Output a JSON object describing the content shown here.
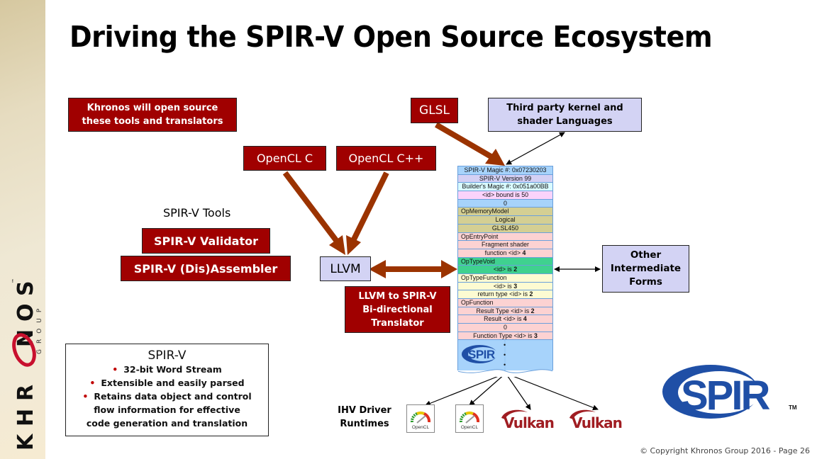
{
  "slide": {
    "title": "Driving the SPIR-V Open Source Ecosystem",
    "footer": "© Copyright Khronos Group 2016 - Page 26",
    "page_number": 26
  },
  "colors": {
    "brand_red": "#a00000",
    "arrow_brown": "#9b3300",
    "lavender": "#d3d3f4",
    "spir_blue": "#1f4fa6",
    "vulkan_red": "#a01d22"
  },
  "sidebar": {
    "logo_letters": [
      "K",
      "H",
      "R",
      "O",
      "N",
      "O",
      "S"
    ],
    "logo_subtitle": "GROUP",
    "logo_trademark": "™"
  },
  "callouts": {
    "open_source_note": [
      "Khronos will open source",
      "these tools and translators"
    ],
    "tools_heading": "SPIR-V Tools",
    "validator": "SPIR-V Validator",
    "disassembler": "SPIR-V (Dis)Assembler",
    "opencl_c": "OpenCL C",
    "opencl_cpp": "OpenCL C++",
    "glsl": "GLSL",
    "third_party": [
      "Third party kernel and",
      "shader Languages"
    ],
    "llvm": "LLVM",
    "translator": [
      "LLVM to SPIR-V",
      "Bi-directional",
      "Translator"
    ],
    "other_forms": [
      "Other",
      "Intermediate",
      "Forms"
    ],
    "ihv": [
      "IHV Driver",
      "Runtimes"
    ]
  },
  "spirv_stack": {
    "rows": [
      {
        "text": "SPIR-V Magic #: 0x07230203",
        "color": "#a7d3fb",
        "align": "center"
      },
      {
        "text": "SPIR-V Version 99",
        "color": "#d4d0f4",
        "align": "center"
      },
      {
        "text": "Builder's Magic #: 0x051a00BB",
        "color": "#d9fbff",
        "align": "center"
      },
      {
        "text": "<id> bound is 50",
        "color": "#fbd3fb",
        "align": "center"
      },
      {
        "text": "0",
        "color": "#a7d3fb",
        "align": "center"
      },
      {
        "text": "OpMemoryModel",
        "color": "#d4cf93",
        "align": "left"
      },
      {
        "text": "Logical",
        "color": "#d4cf93",
        "align": "center"
      },
      {
        "text": "GLSL450",
        "color": "#d4cf93",
        "align": "center"
      },
      {
        "text": "OpEntryPoint",
        "color": "#fcd2d2",
        "align": "left"
      },
      {
        "text": "Fragment shader",
        "color": "#fcd2d2",
        "align": "center"
      },
      {
        "text": "function <id> ",
        "bold": "4",
        "color": "#fcd2d2",
        "align": "center"
      },
      {
        "text": "OpTypeVoid",
        "color": "#3fd18f",
        "align": "left"
      },
      {
        "text": "<id> is ",
        "bold": "2",
        "color": "#3fd18f",
        "align": "center"
      },
      {
        "text": "OpTypeFunction",
        "color": "#fdfbd2",
        "align": "left"
      },
      {
        "text": "<id> is ",
        "bold": "3",
        "color": "#fdfbd2",
        "align": "center"
      },
      {
        "text": "return type <id> is ",
        "bold": "2",
        "color": "#fdfbd2",
        "align": "center"
      },
      {
        "text": "OpFunction",
        "color": "#fcd2d2",
        "align": "left"
      },
      {
        "text": "Result Type <id> is ",
        "bold": "2",
        "color": "#fcd2d2",
        "align": "center"
      },
      {
        "text": "Result <id> is ",
        "bold": "4",
        "color": "#fcd2d2",
        "align": "center"
      },
      {
        "text": "0",
        "color": "#fcd2d2",
        "align": "center"
      },
      {
        "text": "Function Type <id> is ",
        "bold": "3",
        "color": "#fcd2d2",
        "align": "center"
      }
    ],
    "footer_logo": "SPIR",
    "ellipsis": "•"
  },
  "info_box": {
    "heading": "SPIR-V",
    "bullets": [
      [
        "32-bit Word Stream"
      ],
      [
        "Extensible  and easily parsed"
      ],
      [
        "Retains data object and control",
        "flow information for effective",
        "code generation and translation"
      ]
    ]
  },
  "runtimes": [
    {
      "name": "OpenCL",
      "kind": "opencl"
    },
    {
      "name": "OpenCL",
      "kind": "opencl"
    },
    {
      "name": "Vulkan",
      "kind": "vulkan"
    },
    {
      "name": "Vulkan",
      "kind": "vulkan"
    }
  ],
  "spir_logo": {
    "text": "SPIR",
    "trademark": "TM"
  }
}
